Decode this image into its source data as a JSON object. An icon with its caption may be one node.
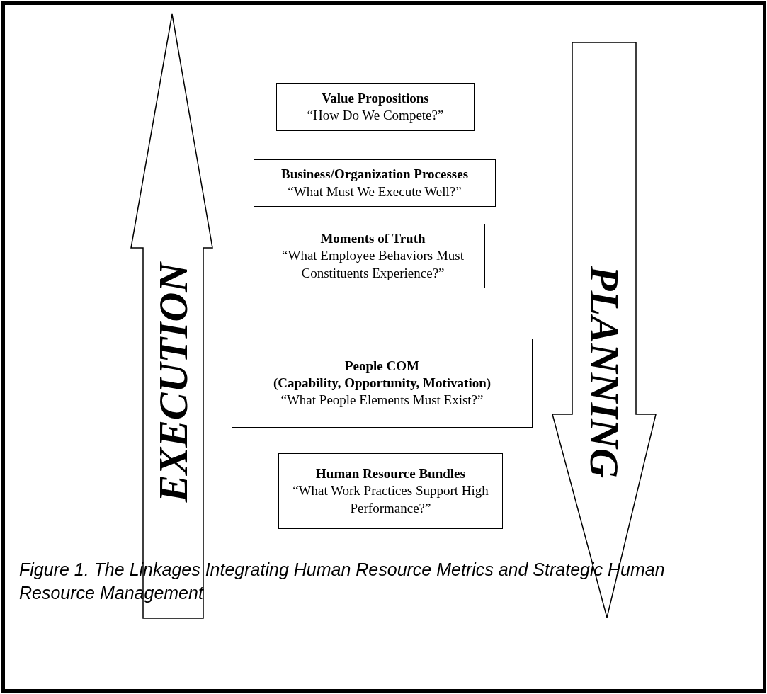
{
  "diagram": {
    "nodes": [
      {
        "text": [
          "EXECUTION"
        ]
      },
      {
        "text": [
          "Value Propositions",
          "“How Do We Compete?”"
        ]
      },
      {
        "text": [
          "Business/Organization Processes",
          "“What Must We Execute Well?”"
        ]
      },
      {
        "text": [
          "Moments of Truth",
          "“What Employee Behaviors Must Constituents Experience?”"
        ]
      },
      {
        "text": [
          "People COM",
          "(Capability, Opportunity, Motivation)",
          "“What People Elements Must Exist?”"
        ]
      },
      {
        "text": [
          "Human Resource Bundles",
          "“What Work Practices Support High Performance?”"
        ]
      },
      {
        "text": [
          "PLANNING"
        ]
      }
    ],
    "caption": "Figure 1.  The Linkages Integrating Human Resource Metrics and Strategic Human Resource Management"
  }
}
